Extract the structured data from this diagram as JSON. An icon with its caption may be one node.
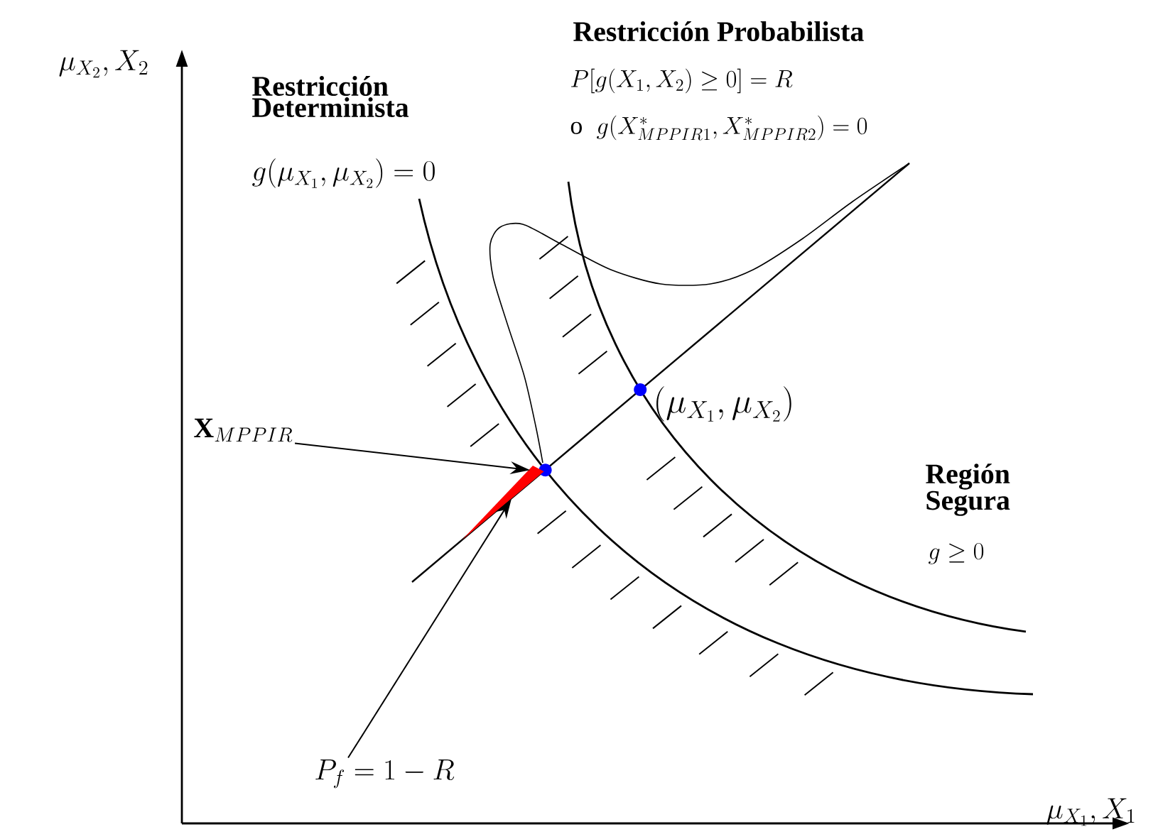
{
  "diagram": {
    "nodes": [
      {
        "text": [
          "\\mathbf{X}_{MPPIR}"
        ]
      },
      {
        "text": [],
        "shape": "circle"
      },
      {
        "text": [
          "P_f = 1 - R"
        ]
      },
      {
        "text": [],
        "shape": "triangle"
      },
      {
        "text": [],
        "shape": "circle",
        "beside": [
          "(\\mu_{X_1}, \\mu_{X_2})"
        ]
      }
    ],
    "edges": [
      {
        "from": 0,
        "to": 1,
        "arrow": "to"
      },
      {
        "from": 2,
        "to": 3,
        "arrow": "to"
      }
    ],
    "labels": [
      "\\mu_{X_2}, X_2",
      "Restricción Determinista",
      "g(\\mu_{X_1}, \\mu_{X_2}) = 0",
      "Restricción Probabilista",
      "P[g(X_1, X_2) \\ge 0] = R",
      "\\mathrm{o}\\;\\; g(X^*_{MPPIR1}, X^*_{MPPIR2}) = 0",
      "Región Segura",
      "g \\ge 0",
      "\\mu_{X_1}, X_1"
    ]
  }
}
